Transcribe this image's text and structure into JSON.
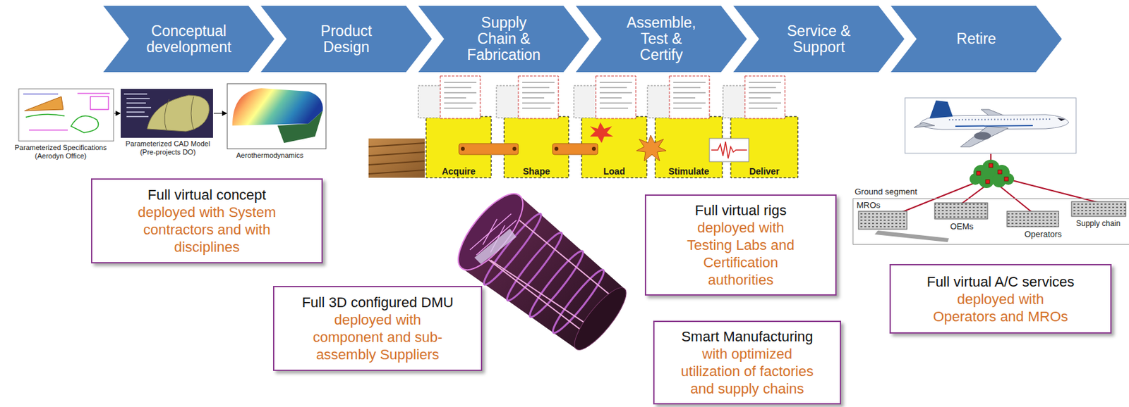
{
  "diagram": {
    "nodes": [
      {
        "text": [
          "Conceptual development"
        ]
      },
      {
        "text": [
          "Product Design"
        ]
      },
      {
        "text": [
          "Supply Chain & Fabrication"
        ]
      },
      {
        "text": [
          "Assemble, Test & Certify"
        ]
      },
      {
        "text": [
          "Service & Support"
        ]
      },
      {
        "text": [
          "Retire"
        ]
      },
      {
        "text": [
          "Full virtual concept",
          "deployed with System contractors and with disciplines"
        ]
      },
      {
        "text": [
          "Full 3D configured DMU",
          "deployed with component and sub-assembly Suppliers"
        ]
      },
      {
        "text": [
          "Full virtual rigs",
          "deployed with Testing Labs and Certification authorities"
        ]
      },
      {
        "text": [
          "Smart Manufacturing",
          "with optimized utilization of factories and supply chains"
        ]
      },
      {
        "text": [
          "Ground segment",
          "MROs",
          "OEMs",
          "Operators",
          "Supply chain"
        ]
      },
      {
        "text": [
          "Full virtual A/C services",
          "deployed with Operators and MROs"
        ]
      }
    ],
    "labels": [
      "Parameterized Specifications (Aerodyn Office)",
      "Parameterized CAD Model (Pre-projects DO)",
      "Aerothermodynamics",
      "Acquire",
      "Shape",
      "Load",
      "Stimulate",
      "Deliver"
    ]
  }
}
